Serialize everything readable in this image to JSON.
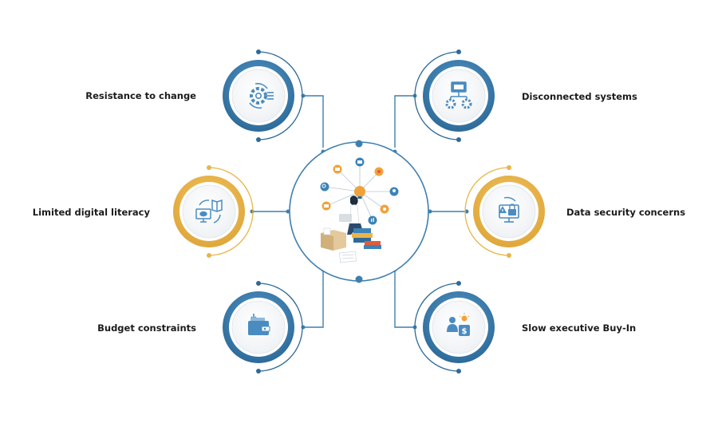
{
  "colors": {
    "blue_dark": "#2d6a99",
    "blue": "#3c83b8",
    "blue_light": "#5a9fd0",
    "gold": "#e8b54a",
    "gold_light": "#f3c565",
    "connector": "#3f7fae",
    "icon": "#4a8cc0",
    "accent_orange": "#f0a23a",
    "accent_red": "#e35b3a"
  },
  "center": {
    "icon": "person-with-laptop-and-books-illustration"
  },
  "nodes": [
    {
      "id": "resistance",
      "label": "Resistance to change",
      "ring": "blue",
      "icon": "gear-refresh-icon"
    },
    {
      "id": "literacy",
      "label": "Limited digital literacy",
      "ring": "gold",
      "icon": "computer-training-icon"
    },
    {
      "id": "budget",
      "label": "Budget constraints",
      "ring": "blue",
      "icon": "wallet-icon"
    },
    {
      "id": "disconnected",
      "label": "Disconnected systems",
      "ring": "blue",
      "icon": "network-gears-icon"
    },
    {
      "id": "security",
      "label": "Data security concerns",
      "ring": "gold",
      "icon": "lock-warning-icon"
    },
    {
      "id": "buyin",
      "label": "Slow executive Buy-In",
      "ring": "blue",
      "icon": "executive-idea-icon"
    }
  ]
}
